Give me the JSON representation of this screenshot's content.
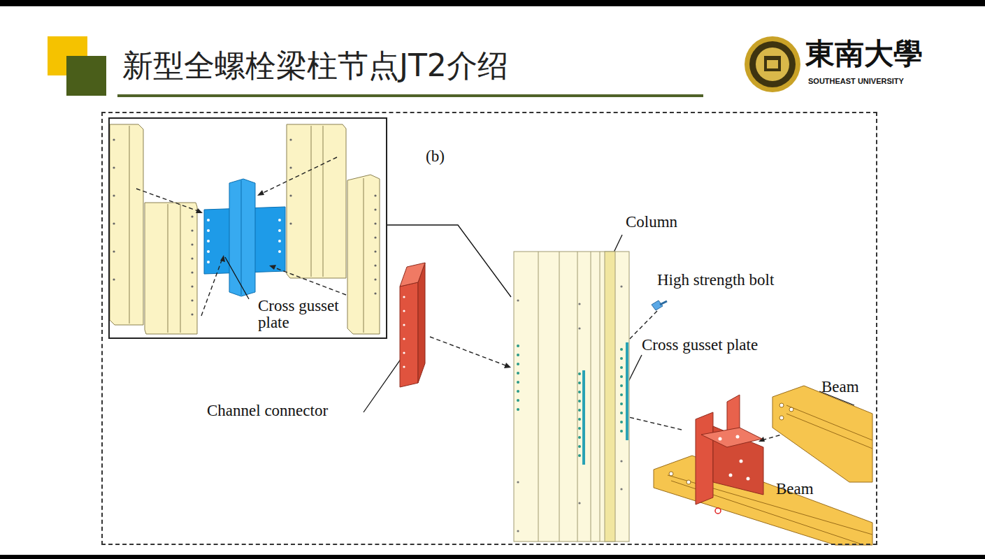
{
  "diagram": {
    "title": "新型全螺栓梁柱节点JT2介绍",
    "nodes": [
      {
        "text": [
          "(b)"
        ]
      },
      {
        "text": [
          "Cross gusset plate"
        ],
        "in": 0
      }
    ],
    "labels": [
      "Column",
      "High strength bolt",
      "Cross gusset plate",
      "Channel connector",
      "Beam",
      "Beam",
      "東南大學",
      "SOUTHEAST UNIVERSITY"
    ]
  }
}
